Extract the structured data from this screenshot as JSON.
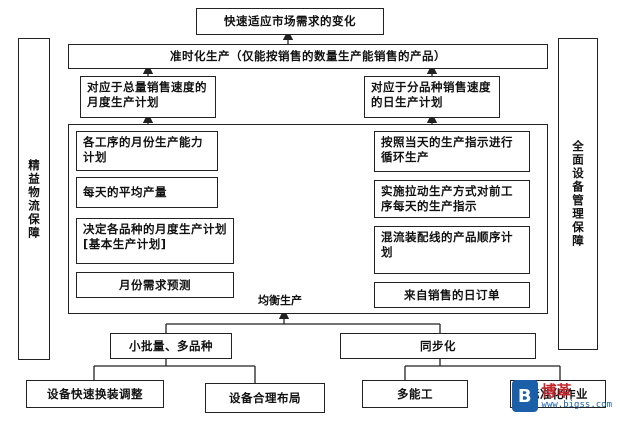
{
  "diagram": {
    "top_goal": "快速适应市场需求的变化",
    "jit": "准时化生产（仅能按销售的数量生产能销售的产品）",
    "left_side": "精益物流保障",
    "right_side": "全面设备管理保障",
    "left_column": {
      "header": "对应于总量销售速度的月度生产计划",
      "steps": [
        "各工序的月份生产能力计划",
        "每天的平均产量",
        "决定各品种的月度生产计划[基本生产计划]",
        "月份需求预测"
      ]
    },
    "right_column": {
      "header": "对应于分品种销售速度的日生产计划",
      "steps": [
        "按照当天的生产指示进行循环生产",
        "实施拉动生产方式对前工序每天的生产指示",
        "混流装配线的产品顺序计划",
        "来自销售的日订单"
      ]
    },
    "balanced": "均衡生产",
    "small_batch": "小批量、多品种",
    "sync": "同步化",
    "foundations": [
      "设备快速换装调整",
      "设备合理布局",
      "多能工",
      "标准化作业"
    ]
  },
  "watermark": {
    "mark": "B",
    "text": "博革",
    "url": "www.bigss.com"
  }
}
